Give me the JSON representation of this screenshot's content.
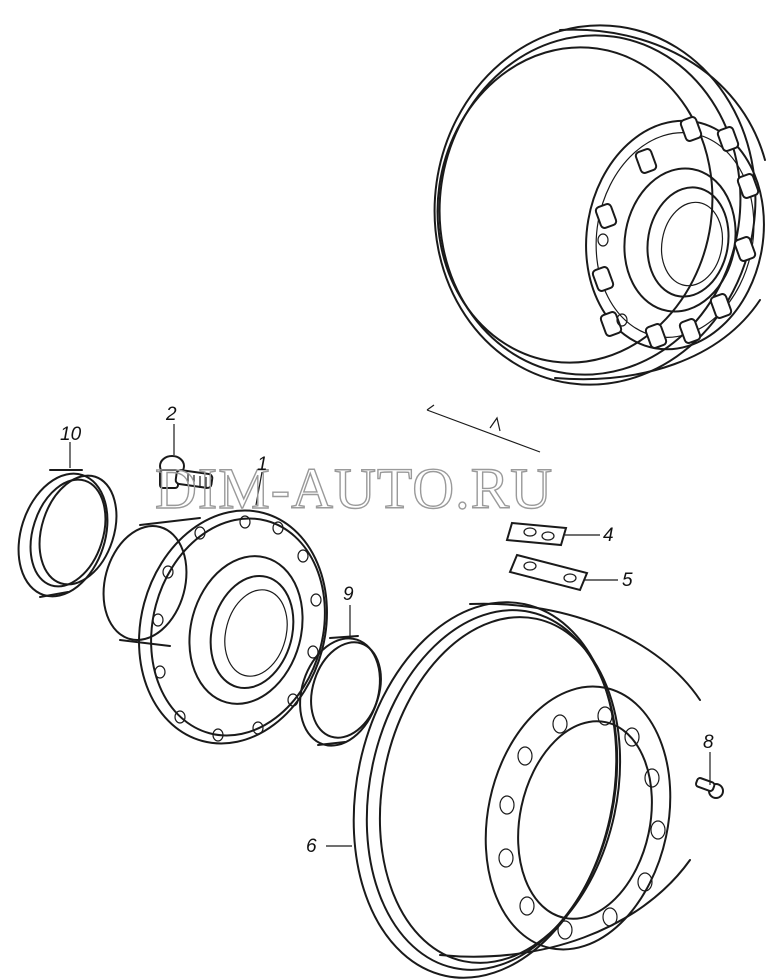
{
  "watermark": "DIM-AUTO.RU",
  "callouts": [
    {
      "id": "1",
      "label": "1"
    },
    {
      "id": "2",
      "label": "2"
    },
    {
      "id": "4",
      "label": "4"
    },
    {
      "id": "5",
      "label": "5"
    },
    {
      "id": "6",
      "label": "6"
    },
    {
      "id": "8",
      "label": "8"
    },
    {
      "id": "9",
      "label": "9"
    },
    {
      "id": "10",
      "label": "10"
    }
  ]
}
